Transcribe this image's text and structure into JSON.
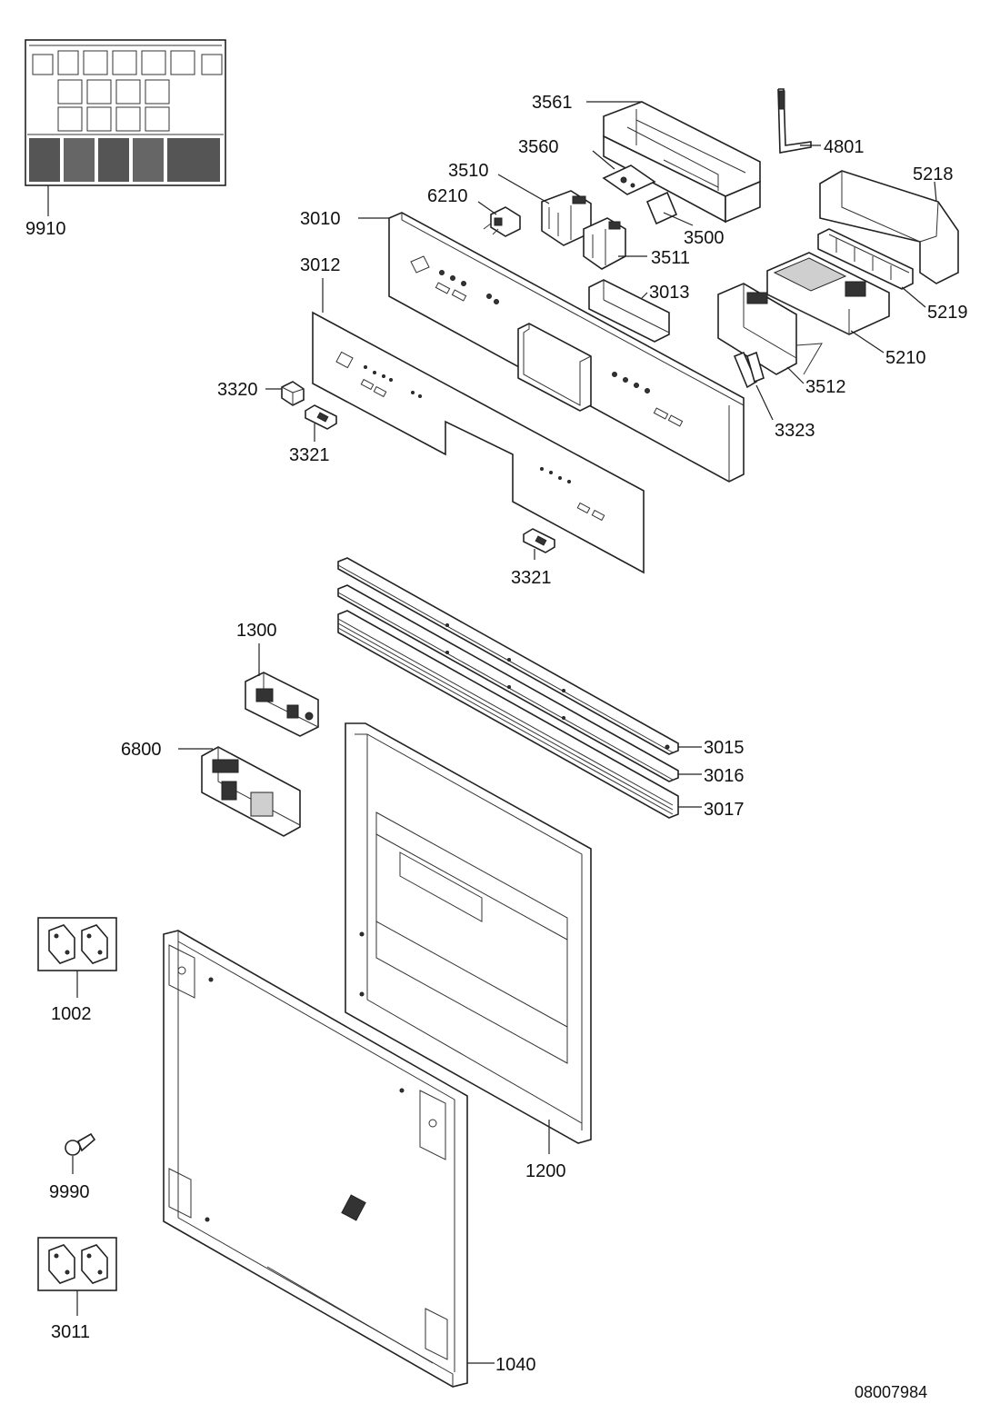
{
  "document_number": "08007984",
  "parts": [
    {
      "id": "p9910",
      "number": "9910"
    },
    {
      "id": "p3561",
      "number": "3561"
    },
    {
      "id": "p4801",
      "number": "4801"
    },
    {
      "id": "p3560",
      "number": "3560"
    },
    {
      "id": "p3510",
      "number": "3510"
    },
    {
      "id": "p5218",
      "number": "5218"
    },
    {
      "id": "p6210",
      "number": "6210"
    },
    {
      "id": "p3010",
      "number": "3010"
    },
    {
      "id": "p3500",
      "number": "3500"
    },
    {
      "id": "p3511",
      "number": "3511"
    },
    {
      "id": "p3012",
      "number": "3012"
    },
    {
      "id": "p3013",
      "number": "3013"
    },
    {
      "id": "p5219",
      "number": "5219"
    },
    {
      "id": "p5210",
      "number": "5210"
    },
    {
      "id": "p3320",
      "number": "3320"
    },
    {
      "id": "p3512",
      "number": "3512"
    },
    {
      "id": "p3321a",
      "number": "3321"
    },
    {
      "id": "p3323",
      "number": "3323"
    },
    {
      "id": "p3321b",
      "number": "3321"
    },
    {
      "id": "p1300",
      "number": "1300"
    },
    {
      "id": "p6800",
      "number": "6800"
    },
    {
      "id": "p3015",
      "number": "3015"
    },
    {
      "id": "p3016",
      "number": "3016"
    },
    {
      "id": "p3017",
      "number": "3017"
    },
    {
      "id": "p1002",
      "number": "1002"
    },
    {
      "id": "p9990",
      "number": "9990"
    },
    {
      "id": "p1200",
      "number": "1200"
    },
    {
      "id": "p3011",
      "number": "3011"
    },
    {
      "id": "p1040",
      "number": "1040"
    }
  ]
}
